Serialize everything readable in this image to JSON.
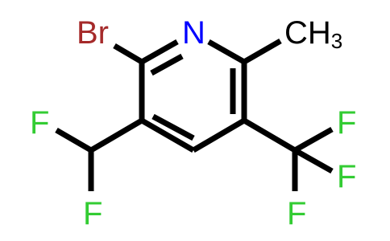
{
  "molecule": {
    "atoms": {
      "br": {
        "label": "Br",
        "color": "#a52a2a"
      },
      "n": {
        "label": "N",
        "color": "#0000ff"
      },
      "methyl": {
        "label": "CH",
        "sub": "3",
        "color": "#000000"
      },
      "f1": {
        "label": "F",
        "color": "#33cc33"
      },
      "f2": {
        "label": "F",
        "color": "#33cc33"
      },
      "f3": {
        "label": "F",
        "color": "#33cc33"
      },
      "f4": {
        "label": "F",
        "color": "#33cc33"
      },
      "f5": {
        "label": "F",
        "color": "#33cc33"
      }
    },
    "bond_color": "#000000"
  }
}
